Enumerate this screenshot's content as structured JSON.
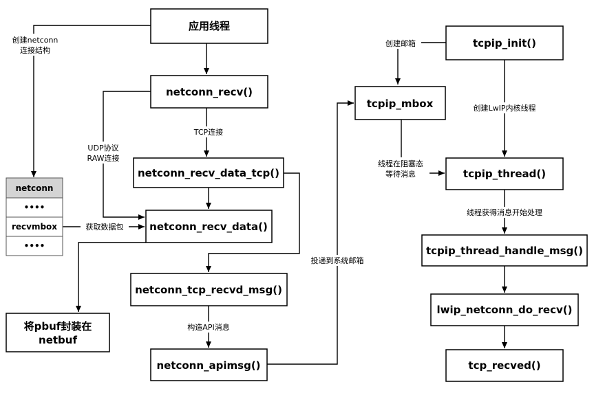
{
  "nodes": {
    "app_thread": "应用线程",
    "netconn_recv": "netconn_recv()",
    "netconn_recv_data_tcp": "netconn_recv_data_tcp()",
    "netconn_recv_data": "netconn_recv_data()",
    "netconn_tcp_recvd_msg": "netconn_tcp_recvd_msg()",
    "wrap_line1": "将pbuf封装在",
    "wrap_line2": "netbuf",
    "netconn_apimsg": "netconn_apimsg()",
    "tcpip_mbox": "tcpip_mbox",
    "tcpip_init": "tcpip_init()",
    "tcpip_thread": "tcpip_thread()",
    "tcpip_thread_handle_msg": "tcpip_thread_handle_msg()",
    "lwip_netconn_do_recv": "lwip_netconn_do_recv()",
    "tcp_recved": "tcp_recved()"
  },
  "struct": {
    "header": "netconn",
    "row1": "••••",
    "row2": "recvmbox",
    "row3": "••••"
  },
  "labels": {
    "create_netconn_1": "创建netconn",
    "create_netconn_2": "连接结构",
    "tcp_conn": "TCP连接",
    "udp_1": "UDP协议",
    "udp_2": "RAW连接",
    "get_packet": "获取数据包",
    "build_api_msg": "构造API消息",
    "post_mbox": "投递到系统邮箱",
    "create_mbox": "创建邮箱",
    "create_thread": "创建LwIP内核线程",
    "blocked_1": "线程在阻塞态",
    "blocked_2": "等待消息",
    "start_process": "线程获得消息开始处理"
  }
}
